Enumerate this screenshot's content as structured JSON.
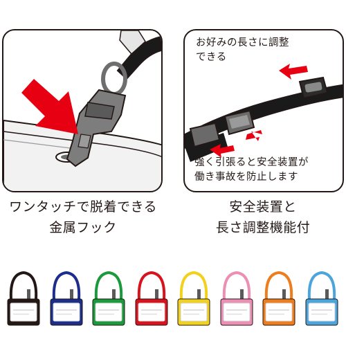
{
  "left_panel": {
    "caption_line1": "ワンタッチで脱着できる",
    "caption_line2": "金属フック"
  },
  "right_panel": {
    "adjust_line1": "お好みの長さに調整",
    "adjust_line2": "できる",
    "safety_line1": "強く引張ると安全装置が",
    "safety_line2": "働き事故を防止します",
    "caption_line1": "安全装置と",
    "caption_line2": "長さ調整機能付"
  },
  "colors": {
    "outline": "#231815",
    "arrow": "#e60012",
    "variants": [
      "#231815",
      "#1d2d8a",
      "#1a9a3a",
      "#d7141e",
      "#f0d21e",
      "#ec8fb4",
      "#ee7d1d",
      "#4aa5dc"
    ]
  }
}
